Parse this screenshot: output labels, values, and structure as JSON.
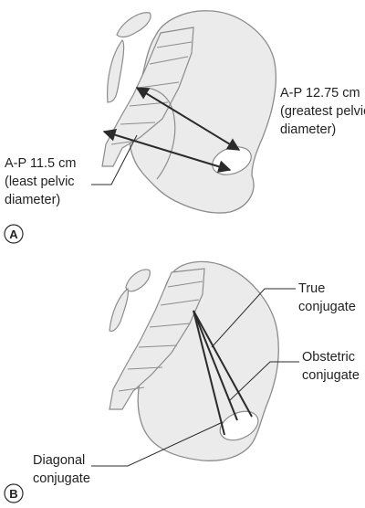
{
  "colors": {
    "bone_fill": "#ebebeb",
    "bone_stroke": "#8c8c8c",
    "line": "#2b2b2b",
    "text": "#222222"
  },
  "panel_a": {
    "letter": "A",
    "right_label": [
      "A-P 12.75 cm",
      "(greatest pelvic",
      "diameter)"
    ],
    "left_label": [
      "A-P 11.5 cm",
      "(least pelvic",
      "diameter)"
    ]
  },
  "panel_b": {
    "letter": "B",
    "true_conjugate": [
      "True",
      "conjugate"
    ],
    "obstetric_conjugate": [
      "Obstetric",
      "conjugate"
    ],
    "diagonal_conjugate": [
      "Diagonal",
      "conjugate"
    ]
  }
}
